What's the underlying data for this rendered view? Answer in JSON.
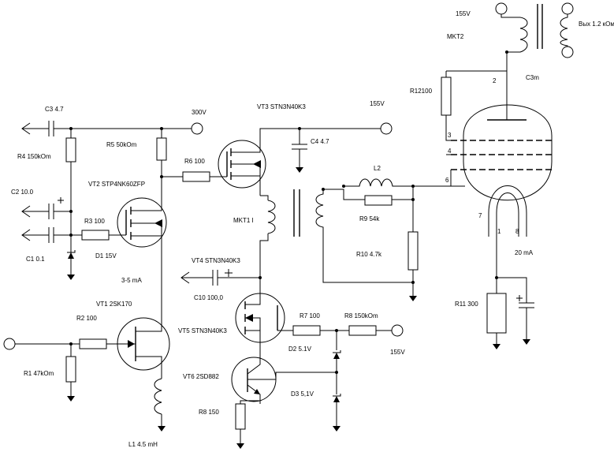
{
  "labels": {
    "c3": "C3 4.7",
    "r4": "R4 150kOm",
    "c2": "C2 10.0",
    "r3": "R3 100",
    "c1": "C1 0.1",
    "d1": "D1 15V",
    "r5": "R5 50kOm",
    "vt2": "VT2 STP4NK60ZFP",
    "v300": "300V",
    "r6": "R6 100",
    "vt3": "VT3 STN3N40K3",
    "v155_top": "155V",
    "c4": "C4 4.7",
    "mkt1": "MKT1 I",
    "l2": "L2",
    "r9": "R9 54k",
    "r10": "R10 4.7k",
    "vt4": "VT4 STN3N40K3",
    "cur_3_5": "3-5 mA",
    "c10": "C10 100,0",
    "vt1": "VT1 2SK170",
    "r2": "R2 100",
    "r1": "R1 47kOm",
    "l1": "L1 4.5 mH",
    "vt5": "VT5 STN3N40K3",
    "r7": "R7 100",
    "r8a": "R8 150kOm",
    "d2": "D2 5.1V",
    "v155_bot": "155V",
    "vt6": "VT6 2SD882",
    "d3": "D3 5,1V",
    "r8b": "R8 150",
    "v155_tube": "155V",
    "mkt2": "MKT2",
    "vyh": "Вых 1.2 кОм",
    "r12": "R12100",
    "c3m": "C3m",
    "pin2": "2",
    "pin3": "3",
    "pin4": "4",
    "pin6": "6",
    "pin7": "7",
    "pin1": "1",
    "pin8": "8",
    "cur_20": "20 mA",
    "r11": "R11 300"
  }
}
